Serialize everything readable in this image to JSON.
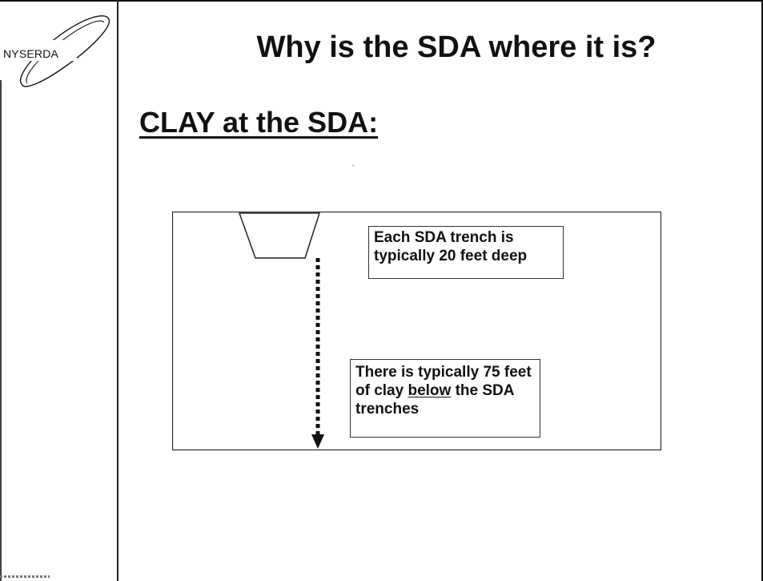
{
  "logo": {
    "text": "NYSERDA"
  },
  "slide": {
    "title": "Why is the SDA where it is?",
    "subtitle": "CLAY at the SDA:"
  },
  "diagram": {
    "callout_trench": "Each SDA trench is typically 20 feet deep",
    "callout_clay": {
      "before": "There is typically 75 feet of clay ",
      "emphasis": "below",
      "after": " the SDA trenches"
    }
  },
  "colors": {
    "ink": "#111111",
    "background": "#ffffff"
  }
}
